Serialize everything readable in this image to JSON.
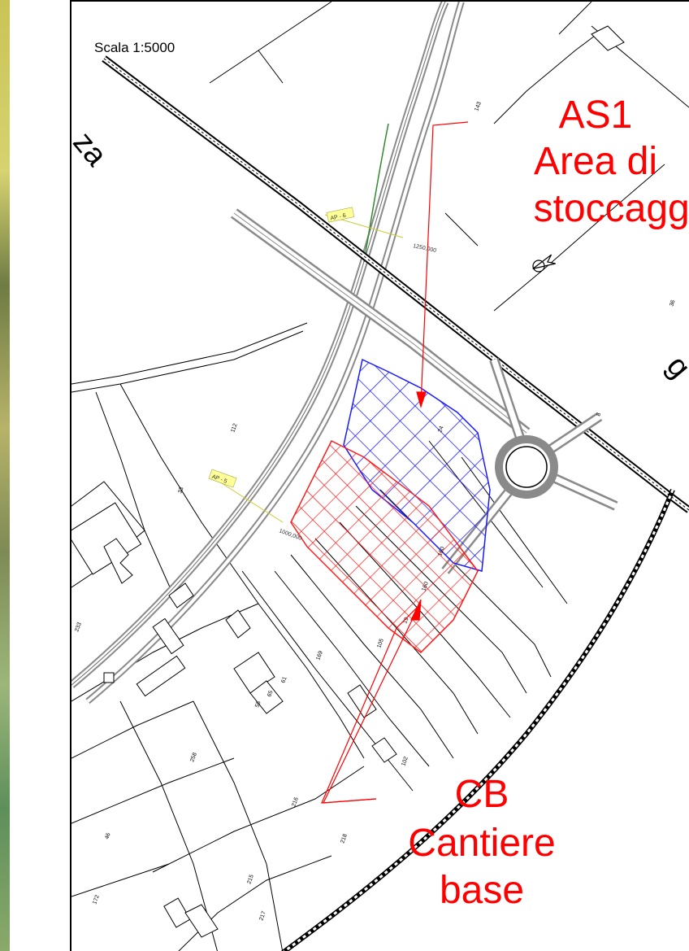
{
  "scale_label": "Scala 1:5000",
  "town_fragment_left": "za",
  "town_fragment_right": "g",
  "storage_area": {
    "code": "AS1",
    "line1": "Area di",
    "line2": "stoccaggi"
  },
  "base_site": {
    "code": "CB",
    "line1": "Cantiere",
    "line2": "base"
  },
  "chainage": {
    "ap6": "AP - 6",
    "ap6_km": "1250,000",
    "ap5": "AP - 5",
    "ap5_km": "1000,000"
  },
  "parcels": [
    "143",
    "112",
    "33",
    "24",
    "169",
    "105",
    "102",
    "258",
    "216",
    "215",
    "217",
    "218",
    "172",
    "46",
    "233",
    "36",
    "61",
    "55",
    "65",
    "19",
    "160",
    "150",
    "8"
  ],
  "colors": {
    "storage_hatch": "#1a1aff",
    "site_hatch": "#ff1a1a",
    "annotation": "#ff0000",
    "chainage": "#cccc33"
  }
}
